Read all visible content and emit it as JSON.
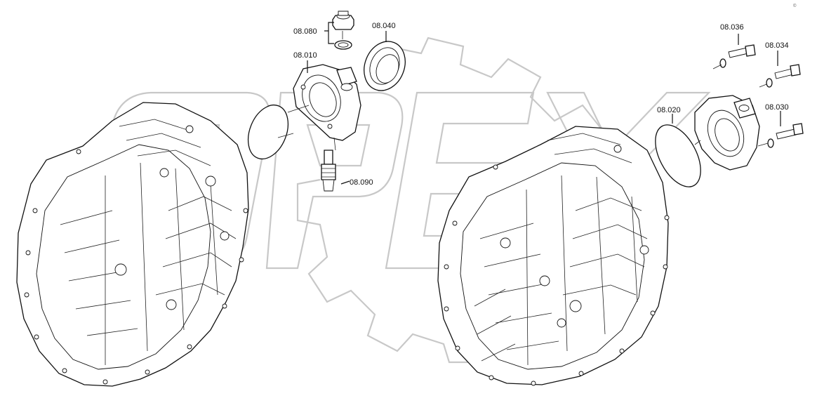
{
  "diagram": {
    "corner_mark": "©",
    "callouts": [
      {
        "id": "c-08-080",
        "text": "08.080"
      },
      {
        "id": "c-08-040",
        "text": "08.040"
      },
      {
        "id": "c-08-010",
        "text": "08.010"
      },
      {
        "id": "c-08-090",
        "text": "08.090"
      },
      {
        "id": "c-08-036",
        "text": "08.036"
      },
      {
        "id": "c-08-034",
        "text": "08.034"
      },
      {
        "id": "c-08-020",
        "text": "08.020"
      },
      {
        "id": "c-08-030",
        "text": "08.030"
      }
    ]
  }
}
